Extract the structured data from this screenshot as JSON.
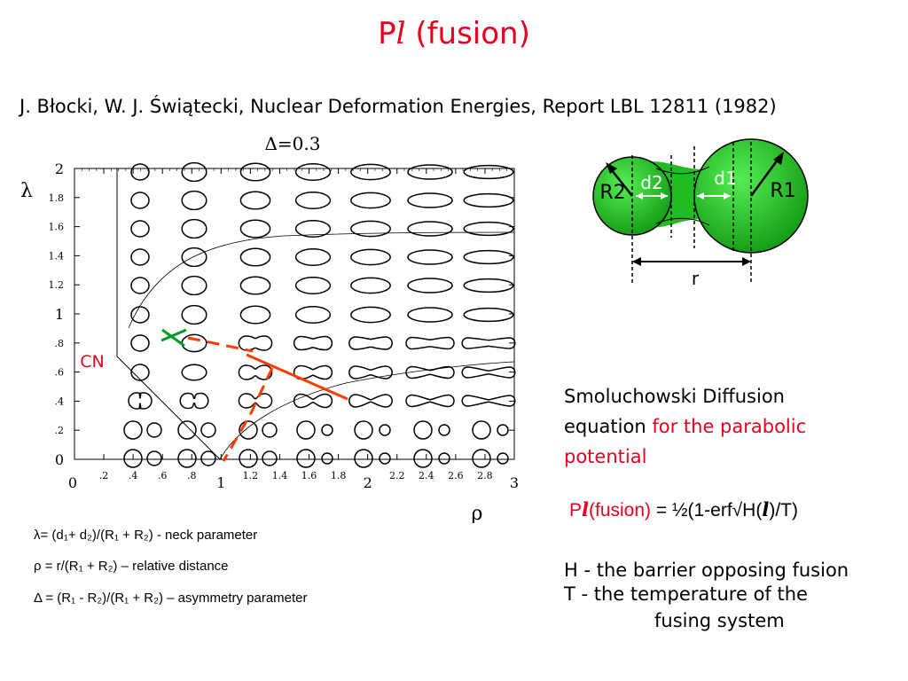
{
  "title": {
    "p": "P",
    "l": "l",
    "text": "(fusion)"
  },
  "citation": "J. Błocki, W. J. Świątecki, Nuclear Deformation Energies, Report LBL 12811 (1982)",
  "diagram": {
    "delta_label": "Δ=0.3",
    "lambda_symbol": "λ",
    "rho_symbol": "ρ",
    "cn_label": "CN",
    "y_ticks": [
      "2",
      "1.8",
      "1.6",
      "1.4",
      "1.2",
      "1",
      ".8",
      ".6",
      ".4",
      ".2",
      "0"
    ],
    "x_ticks": [
      "0",
      ".2",
      ".4",
      ".6",
      ".8",
      "1",
      "1.2",
      "1.4",
      "1.6",
      "1.8",
      "2",
      "2.2",
      "2.4",
      "2.6",
      "2.8",
      "3"
    ],
    "colors": {
      "red": "#e8001e",
      "orange": "#ff3c00",
      "green": "#009a28"
    }
  },
  "nucleus_diagram": {
    "d2": "d2",
    "d1": "d1",
    "r2": "R2",
    "r1": "R1",
    "r": "r",
    "color": "#11bb11"
  },
  "legend": {
    "lambda_def": "λ= (d₁+ d₂)/(R₁ + R₂)",
    "lambda_desc": "- neck parameter",
    "rho_def": "ρ = r/(R₁ + R₂) –",
    "rho_desc": "relative distance",
    "delta_def": "Δ = (R₁ - R₂)/(R₁ + R₂) –",
    "delta_desc": "asymmetry parameter"
  },
  "smoluchowski": {
    "line1": "Smoluchowski Diffusion",
    "line2a": "equation",
    "line2b": "for the parabolic",
    "line3": "potential"
  },
  "formula": {
    "p": "P",
    "l": "l",
    "fusion": "(fusion)",
    "rhs": "= ½(1-erf√H(",
    "l2": "l",
    "end": ")/T)"
  },
  "definitions": {
    "h": "H - the barrier opposing fusion",
    "t1": "T - the temperature of the",
    "t2": "fusing system"
  }
}
